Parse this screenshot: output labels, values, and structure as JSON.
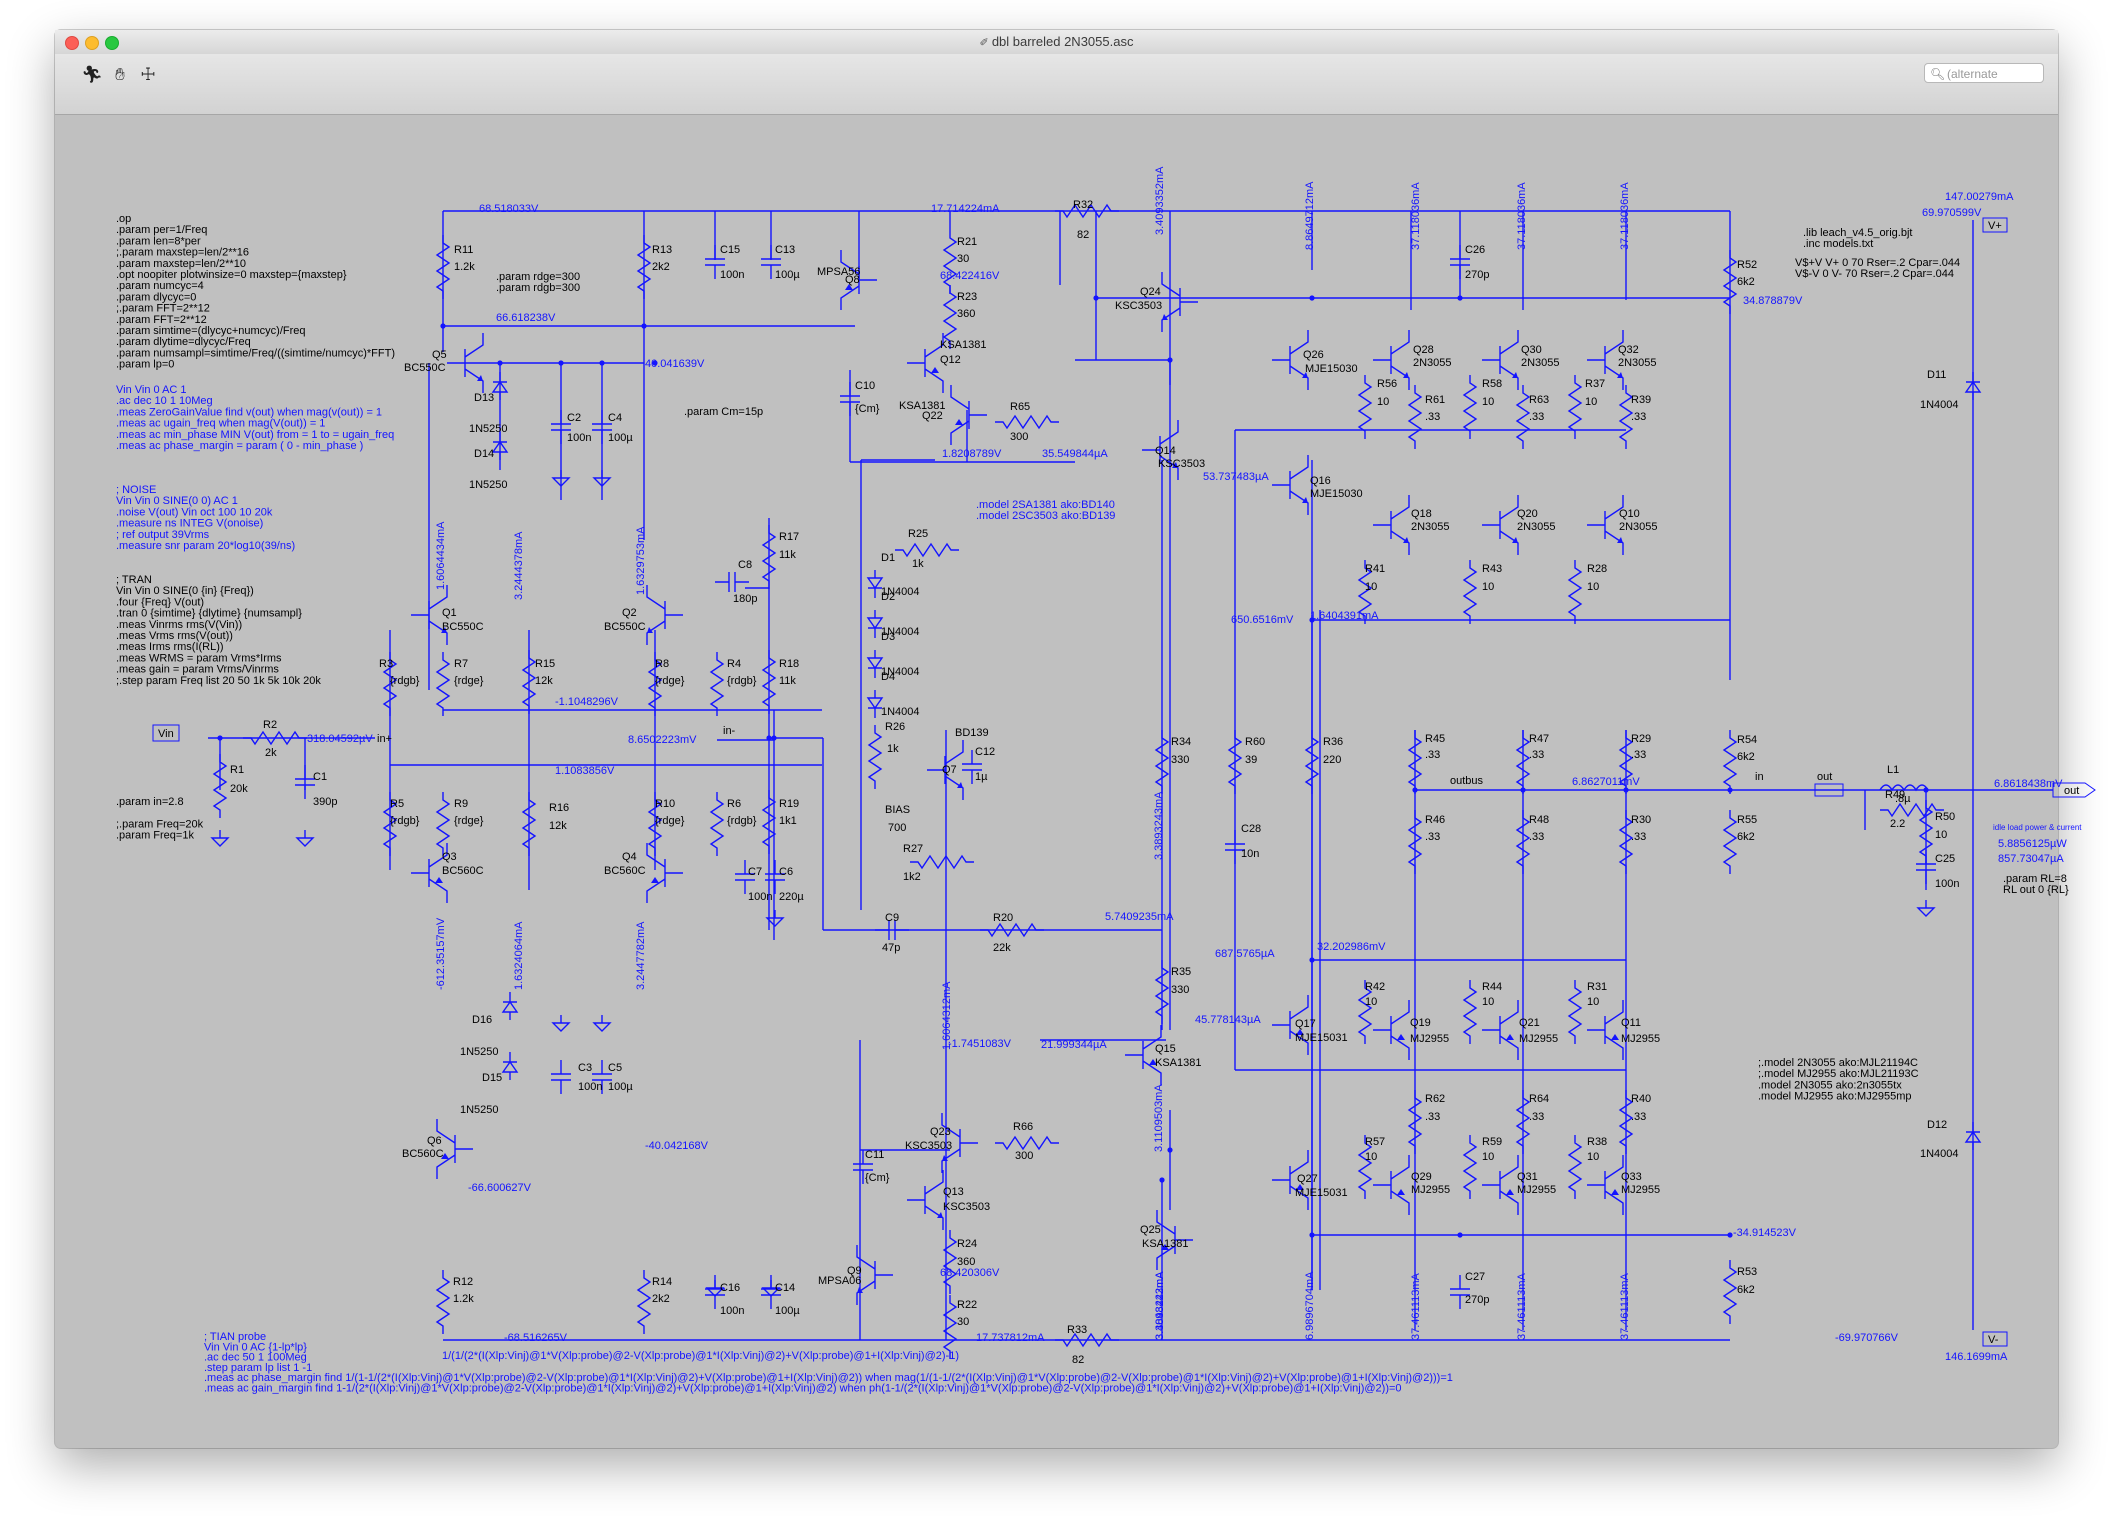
{
  "window": {
    "title": "dbl barreled 2N3055.asc"
  },
  "toolbar": {
    "search_placeholder": "(alternate"
  },
  "directives": {
    "block1": [
      ".op",
      ".param per=1/Freq",
      ".param len=8*per",
      ";.param maxstep=len/2**16",
      ".param maxstep=len/2**10",
      ".opt noopiter plotwinsize=0 maxstep={maxstep}",
      ".param numcyc=4",
      ".param dlycyc=0",
      ";.param FFT=2**12",
      ".param FFT=2**12",
      ".param simtime=(dlycyc+numcyc)/Freq",
      ".param dlytime=dlycyc/Freq",
      ".param numsampl=simtime/Freq/((simtime/numcyc)*FFT)",
      ".param lp=0"
    ],
    "block2": [
      "Vin Vin 0 AC 1",
      ".ac dec 10 1 10Meg",
      ".meas ZeroGainValue find v(out) when mag(v(out)) = 1",
      ".meas ac ugain_freq when mag(V(out)) = 1",
      ".meas ac min_phase MIN V(out) from = 1 to = ugain_freq",
      ".meas ac phase_margin = param ( 0 - min_phase )"
    ],
    "block3": [
      "; NOISE",
      "Vin Vin 0 SINE(0 0) AC 1",
      ".noise V(out) Vin oct 100 10 20k",
      ".measure ns INTEG V(onoise)",
      "; ref output 39Vrms",
      ".measure snr param 20*log10(39/ns)"
    ],
    "block4": [
      "; TRAN",
      "Vin Vin 0 SINE(0 {in} {Freq})",
      ".four {Freq} V(out)",
      ".tran 0 {simtime} {dlytime} {numsampl}",
      ".meas Vinrms rms(V(Vin))",
      ".meas Vrms rms(V(out))",
      ".meas Irms rms(I(RL))",
      ".meas WRMS = param Vrms*Irms",
      ".meas gain = param Vrms/Vinrms",
      ";.step param Freq list 20 50 1k 5k 10k 20k"
    ],
    "block5": [
      ".param in=2.8",
      "",
      ";.param Freq=20k",
      ".param Freq=1k"
    ],
    "rdge": [
      ".param rdge=300",
      ".param rdgb=300"
    ],
    "cm": ".param Cm=15p",
    "model1": [
      ".model 2SA1381 ako:BD140",
      ".model 2SC3503 ako:BD139"
    ],
    "lib": [
      ".lib leach_v4.5_orig.bjt",
      ".inc models.txt"
    ],
    "vsup": [
      "V$+V V+ 0 70 Rser=.2 Cpar=.044",
      "V$-V 0 V- 70 Rser=.2 Cpar=.044"
    ],
    "models2": [
      ";.model 2N3055 ako:MJL21194C",
      ";.model MJ2955 ako:MJL21193C",
      ".model 2N3055 ako:2n3055tx",
      ".model MJ2955 ako:MJ2955mp"
    ],
    "rl": [
      ".param RL=8",
      "RL out 0 {RL}"
    ],
    "tian": [
      "; TIAN probe",
      "Vin Vin 0 AC {1-lp*lp}",
      ".ac dec 50 1 100Meg",
      ".step param lp list 1 -1",
      ".meas ac phase_margin find 1/(1-1/(2*(I(Xlp:Vinj)@1*V(Xlp:probe)@2-V(Xlp:probe)@1*I(Xlp:Vinj)@2)+V(Xlp:probe)@1+I(Xlp:Vinj)@2)) when mag(1/(1-1/(2*(I(Xlp:Vinj)@1*V(Xlp:probe)@2-V(Xlp:probe)@1*I(Xlp:Vinj)@2)+V(Xlp:probe)@1+I(Xlp:Vinj)@2)))=1",
      ".meas ac gain_margin find 1-1/(2*(I(Xlp:Vinj)@1*V(Xlp:probe)@2-V(Xlp:probe)@1*I(Xlp:Vinj)@2)+V(Xlp:probe)@1+I(Xlp:Vinj)@2) when ph(1-1/(2*(I(Xlp:Vinj)@1*V(Xlp:probe)@2-V(Xlp:probe)@1*I(Xlp:Vinj)@2)+V(Xlp:probe)@1+I(Xlp:Vinj)@2))=0"
    ],
    "tian_expr": "1/(1/(2*(I(Xlp:Vinj)@1*V(Xlp:probe)@2-V(Xlp:probe)@1*I(Xlp:Vinj)@2)+V(Xlp:probe)@1+I(Xlp:Vinj)@2)-1)",
    "idle_title": "idle load power & current",
    "idle_p": "5.8856125µW",
    "idle_i": "857.73047µA"
  },
  "net_labels": {
    "vin": "Vin",
    "in_plus": "in+",
    "in_minus": "in-",
    "outbus": "outbus",
    "in_node": "in",
    "out_node": "out",
    "out_port": "out",
    "vplus": "V+",
    "vminus": "V-"
  },
  "components": [
    {
      "ref": "R11",
      "value": "1.2k"
    },
    {
      "ref": "R13",
      "value": "2k2"
    },
    {
      "ref": "C15",
      "value": "100n"
    },
    {
      "ref": "C13",
      "value": "100µ"
    },
    {
      "ref": "Q8",
      "value": "MPSA56"
    },
    {
      "ref": "R21",
      "value": "30"
    },
    {
      "ref": "R23",
      "value": "360"
    },
    {
      "ref": "R32",
      "value": "82"
    },
    {
      "ref": "Q24",
      "value": "KSC3503"
    },
    {
      "ref": "Q5",
      "value": "BC550C"
    },
    {
      "ref": "D13",
      "value": "1N5250"
    },
    {
      "ref": "D14",
      "value": "1N5250"
    },
    {
      "ref": "C2",
      "value": "100n"
    },
    {
      "ref": "C4",
      "value": "100µ"
    },
    {
      "ref": "Q12",
      "value": "KSA1381"
    },
    {
      "ref": "Q22",
      "value": "KSA1381"
    },
    {
      "ref": "C10",
      "value": "{Cm}"
    },
    {
      "ref": "R65",
      "value": "300"
    },
    {
      "ref": "Q14",
      "value": "KSC3503"
    },
    {
      "ref": "R17",
      "value": "11k"
    },
    {
      "ref": "C8",
      "value": "180p"
    },
    {
      "ref": "R25",
      "value": "1k"
    },
    {
      "ref": "D1",
      "value": "1N4004"
    },
    {
      "ref": "D2",
      "value": "1N4004"
    },
    {
      "ref": "D3",
      "value": "1N4004"
    },
    {
      "ref": "D4",
      "value": "1N4004"
    },
    {
      "ref": "R26",
      "value": "1k"
    },
    {
      "ref": "Q7",
      "value": "BD139"
    },
    {
      "ref": "C12",
      "value": "1µ"
    },
    {
      "ref": "BIAS",
      "value": "700"
    },
    {
      "ref": "R27",
      "value": "1k2"
    },
    {
      "ref": "Q1",
      "value": "BC550C"
    },
    {
      "ref": "Q2",
      "value": "BC550C"
    },
    {
      "ref": "R3",
      "value": "{rdgb}"
    },
    {
      "ref": "R7",
      "value": "{rdge}"
    },
    {
      "ref": "R15",
      "value": "12k"
    },
    {
      "ref": "R8",
      "value": "{rdge}"
    },
    {
      "ref": "R4",
      "value": "{rdgb}"
    },
    {
      "ref": "R18",
      "value": "11k"
    },
    {
      "ref": "R2",
      "value": "2k"
    },
    {
      "ref": "R1",
      "value": "20k"
    },
    {
      "ref": "C1",
      "value": "390p"
    },
    {
      "ref": "R5",
      "value": "{rdgb}"
    },
    {
      "ref": "R9",
      "value": "{rdge}"
    },
    {
      "ref": "R16",
      "value": "12k"
    },
    {
      "ref": "R10",
      "value": "{rdge}"
    },
    {
      "ref": "R6",
      "value": "{rdgb}"
    },
    {
      "ref": "R19",
      "value": "1k1"
    },
    {
      "ref": "Q3",
      "value": "BC560C"
    },
    {
      "ref": "Q4",
      "value": "BC560C"
    },
    {
      "ref": "C7",
      "value": "100n"
    },
    {
      "ref": "C6",
      "value": "220µ"
    },
    {
      "ref": "C9",
      "value": "47p"
    },
    {
      "ref": "R20",
      "value": "22k"
    },
    {
      "ref": "D16",
      "value": "1N5250"
    },
    {
      "ref": "D15",
      "value": "1N5250"
    },
    {
      "ref": "C3",
      "value": "100n"
    },
    {
      "ref": "C5",
      "value": "100µ"
    },
    {
      "ref": "Q6",
      "value": "BC560C"
    },
    {
      "ref": "C11",
      "value": "{Cm}"
    },
    {
      "ref": "Q23",
      "value": "KSC3503"
    },
    {
      "ref": "R66",
      "value": "300"
    },
    {
      "ref": "Q13",
      "value": "KSC3503"
    },
    {
      "ref": "Q15",
      "value": "KSA1381"
    },
    {
      "ref": "R34",
      "value": "330"
    },
    {
      "ref": "R35",
      "value": "330"
    },
    {
      "ref": "R60",
      "value": "39"
    },
    {
      "ref": "C28",
      "value": "10n"
    },
    {
      "ref": "R36",
      "value": "220"
    },
    {
      "ref": "Q26",
      "value": "MJE15030"
    },
    {
      "ref": "Q16",
      "value": "MJE15030"
    },
    {
      "ref": "Q17",
      "value": "MJE15031"
    },
    {
      "ref": "Q27",
      "value": "MJE15031"
    },
    {
      "ref": "Q25",
      "value": "KSA1381"
    },
    {
      "ref": "R12",
      "value": "1.2k"
    },
    {
      "ref": "R14",
      "value": "2k2"
    },
    {
      "ref": "C16",
      "value": "100n"
    },
    {
      "ref": "C14",
      "value": "100µ"
    },
    {
      "ref": "Q9",
      "value": "MPSA06"
    },
    {
      "ref": "R24",
      "value": "360"
    },
    {
      "ref": "R22",
      "value": "30"
    },
    {
      "ref": "R33",
      "value": "82"
    },
    {
      "ref": "C26",
      "value": "270p"
    },
    {
      "ref": "C27",
      "value": "270p"
    },
    {
      "ref": "Q28",
      "value": "2N3055"
    },
    {
      "ref": "Q30",
      "value": "2N3055"
    },
    {
      "ref": "Q32",
      "value": "2N3055"
    },
    {
      "ref": "R56",
      "value": "10"
    },
    {
      "ref": "R61",
      "value": ".33"
    },
    {
      "ref": "R58",
      "value": "10"
    },
    {
      "ref": "R63",
      "value": ".33"
    },
    {
      "ref": "R37",
      "value": "10"
    },
    {
      "ref": "R39",
      "value": ".33"
    },
    {
      "ref": "Q18",
      "value": "2N3055"
    },
    {
      "ref": "Q20",
      "value": "2N3055"
    },
    {
      "ref": "Q10",
      "value": "2N3055"
    },
    {
      "ref": "R41",
      "value": "10"
    },
    {
      "ref": "R43",
      "value": "10"
    },
    {
      "ref": "R28",
      "value": "10"
    },
    {
      "ref": "R45",
      "value": ".33"
    },
    {
      "ref": "R47",
      "value": ".33"
    },
    {
      "ref": "R29",
      "value": ".33"
    },
    {
      "ref": "R46",
      "value": ".33"
    },
    {
      "ref": "R48",
      "value": ".33"
    },
    {
      "ref": "R30",
      "value": ".33"
    },
    {
      "ref": "R42",
      "value": "10"
    },
    {
      "ref": "R44",
      "value": "10"
    },
    {
      "ref": "R31",
      "value": "10"
    },
    {
      "ref": "Q19",
      "value": "MJ2955"
    },
    {
      "ref": "Q21",
      "value": "MJ2955"
    },
    {
      "ref": "Q11",
      "value": "MJ2955"
    },
    {
      "ref": "R62",
      "value": ".33"
    },
    {
      "ref": "R64",
      "value": ".33"
    },
    {
      "ref": "R40",
      "value": ".33"
    },
    {
      "ref": "R57",
      "value": "10"
    },
    {
      "ref": "R59",
      "value": "10"
    },
    {
      "ref": "R38",
      "value": "10"
    },
    {
      "ref": "Q29",
      "value": "MJ2955"
    },
    {
      "ref": "Q31",
      "value": "MJ2955"
    },
    {
      "ref": "Q33",
      "value": "MJ2955"
    },
    {
      "ref": "R52",
      "value": "6k2"
    },
    {
      "ref": "R54",
      "value": "6k2"
    },
    {
      "ref": "R55",
      "value": "6k2"
    },
    {
      "ref": "R53",
      "value": "6k2"
    },
    {
      "ref": "D11",
      "value": "1N4004"
    },
    {
      "ref": "D12",
      "value": "1N4004"
    },
    {
      "ref": "L1",
      "value": ".8µ"
    },
    {
      "ref": "R49",
      "value": "2.2"
    },
    {
      "ref": "R50",
      "value": "10"
    },
    {
      "ref": "C25",
      "value": "100n"
    }
  ],
  "measurements": [
    "68.518033V",
    "17.714224mA",
    "3.4093352mA",
    "8.8649712mA",
    "37.118036mA",
    "37.118036mA",
    "37.118036mA",
    "147.00279mA",
    "69.970599V",
    "66.618238V",
    "68.422416V",
    "34.878879V",
    "40.041639V",
    "1.8208789V",
    "35.549844µA",
    "53.737483µA",
    "1.6064434mA",
    "3.2444378mA",
    "1.6329753mA",
    "650.6516mV",
    "1.6404391mA",
    "318.04592µV",
    "-1.1048296V",
    "8.6502223mV",
    "1.1083856V",
    "6.8627011mV",
    "6.8618438mV",
    "3.3893243mA",
    "5.7409235mA",
    "32.202986mV",
    "687.5765µA",
    "-612.35157mV",
    "1.6324064mA",
    "3.2447782mA",
    "1.6064312mA",
    "3.1109503mA",
    "3.3893243mA",
    "45.778143µA",
    "-1.7451083V",
    "21.999344µA",
    "-40.042168V",
    "-66.600627V",
    "68.420306V",
    "-34.914523V",
    "-68.516265V",
    "17.737812mA",
    "-69.970766V",
    "146.1699mA",
    "3.4048422mA",
    "6.9896704mA",
    "37.461113mA",
    "37.461113mA",
    "37.461113mA"
  ]
}
